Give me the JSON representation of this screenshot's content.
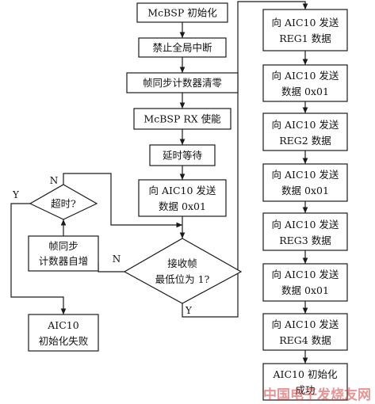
{
  "nodes": {
    "mcbsp_init": "McBSP 初始化",
    "disable_int": "禁止全局中断",
    "clear_counter": "帧同步计数器清零",
    "mcbsp_rx_enable": "McBSP RX 使能",
    "delay_wait": "延时等待",
    "send_0x01": [
      "向 AIC10 发送",
      "数据 0x01"
    ],
    "frame_inc": [
      "帧同步",
      "计数器自增"
    ],
    "timeout_q": "超时?",
    "recv_q": [
      "接收帧",
      "最低位为 1?"
    ],
    "fail": [
      "AIC10",
      "初始化失败"
    ],
    "reg1": [
      "向 AIC10 发送",
      "REG1 数据"
    ],
    "d0x01_a": [
      "向 AIC10 发送",
      "数据 0x01"
    ],
    "reg2": [
      "向 AIC10 发送",
      "REG2 数据"
    ],
    "d0x01_b": [
      "向 AIC10 发送",
      "数据 0x01"
    ],
    "reg3": [
      "向 AIC10 发送",
      "REG3 数据"
    ],
    "d0x01_c": [
      "向 AIC10 发送",
      "数据 0x01"
    ],
    "reg4": [
      "向 AIC10 发送",
      "REG4 数据"
    ],
    "done": [
      "AIC10 初始化",
      "成功"
    ]
  },
  "branch_labels": {
    "timeout_yes": "Y",
    "timeout_no": "N",
    "recv_yes": "Y",
    "recv_no": "N"
  },
  "watermark": {
    "text": "中国电子发烧友网",
    "color": "#d43c3c"
  },
  "colors": {
    "line": "#1a1a1a",
    "box_fill": "#ffffff",
    "text": "#111111"
  }
}
